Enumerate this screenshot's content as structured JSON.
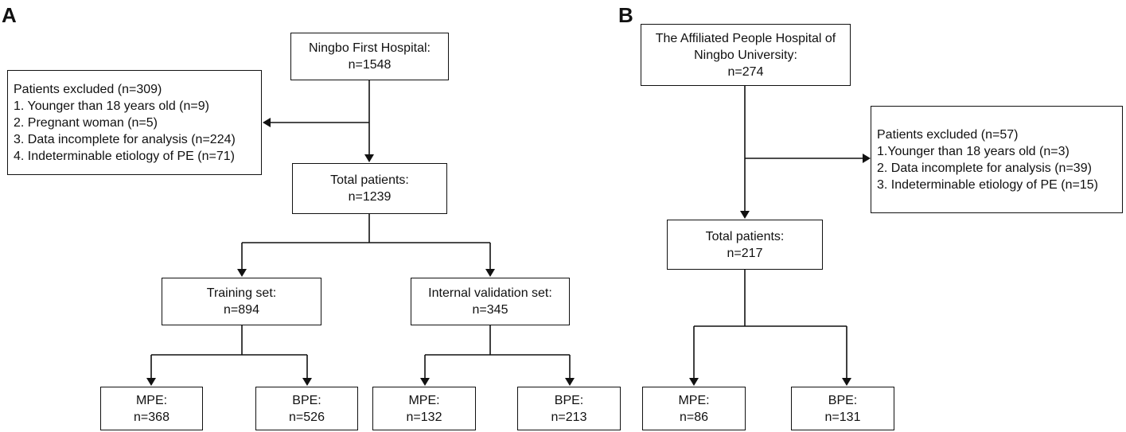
{
  "panel_a": {
    "label": "A",
    "source": {
      "title": "Ningbo First Hospital:",
      "n": "n=1548"
    },
    "excluded": {
      "title": "Patients excluded (n=309)",
      "items": [
        "1. Younger than 18 years old (n=9)",
        "2. Pregnant woman (n=5)",
        "3. Data incomplete for analysis (n=224)",
        "4. Indeterminable etiology of PE (n=71)"
      ]
    },
    "total": {
      "title": "Total patients:",
      "n": "n=1239"
    },
    "training": {
      "title": "Training set:",
      "n": "n=894"
    },
    "validation": {
      "title": "Internal validation set:",
      "n": "n=345"
    },
    "training_mpe": {
      "title": "MPE:",
      "n": "n=368"
    },
    "training_bpe": {
      "title": "BPE:",
      "n": "n=526"
    },
    "validation_mpe": {
      "title": "MPE:",
      "n": "n=132"
    },
    "validation_bpe": {
      "title": "BPE:",
      "n": "n=213"
    }
  },
  "panel_b": {
    "label": "B",
    "source": {
      "line1": "The Affiliated People Hospital of",
      "line2": "Ningbo University:",
      "n": "n=274"
    },
    "excluded": {
      "title": "Patients excluded (n=57)",
      "items": [
        "1.Younger than 18 years old (n=3)",
        "2. Data incomplete for analysis (n=39)",
        "3. Indeterminable etiology of PE (n=15)"
      ]
    },
    "total": {
      "title": "Total patients:",
      "n": "n=217"
    },
    "mpe": {
      "title": "MPE:",
      "n": "n=86"
    },
    "bpe": {
      "title": "BPE:",
      "n": "n=131"
    }
  }
}
